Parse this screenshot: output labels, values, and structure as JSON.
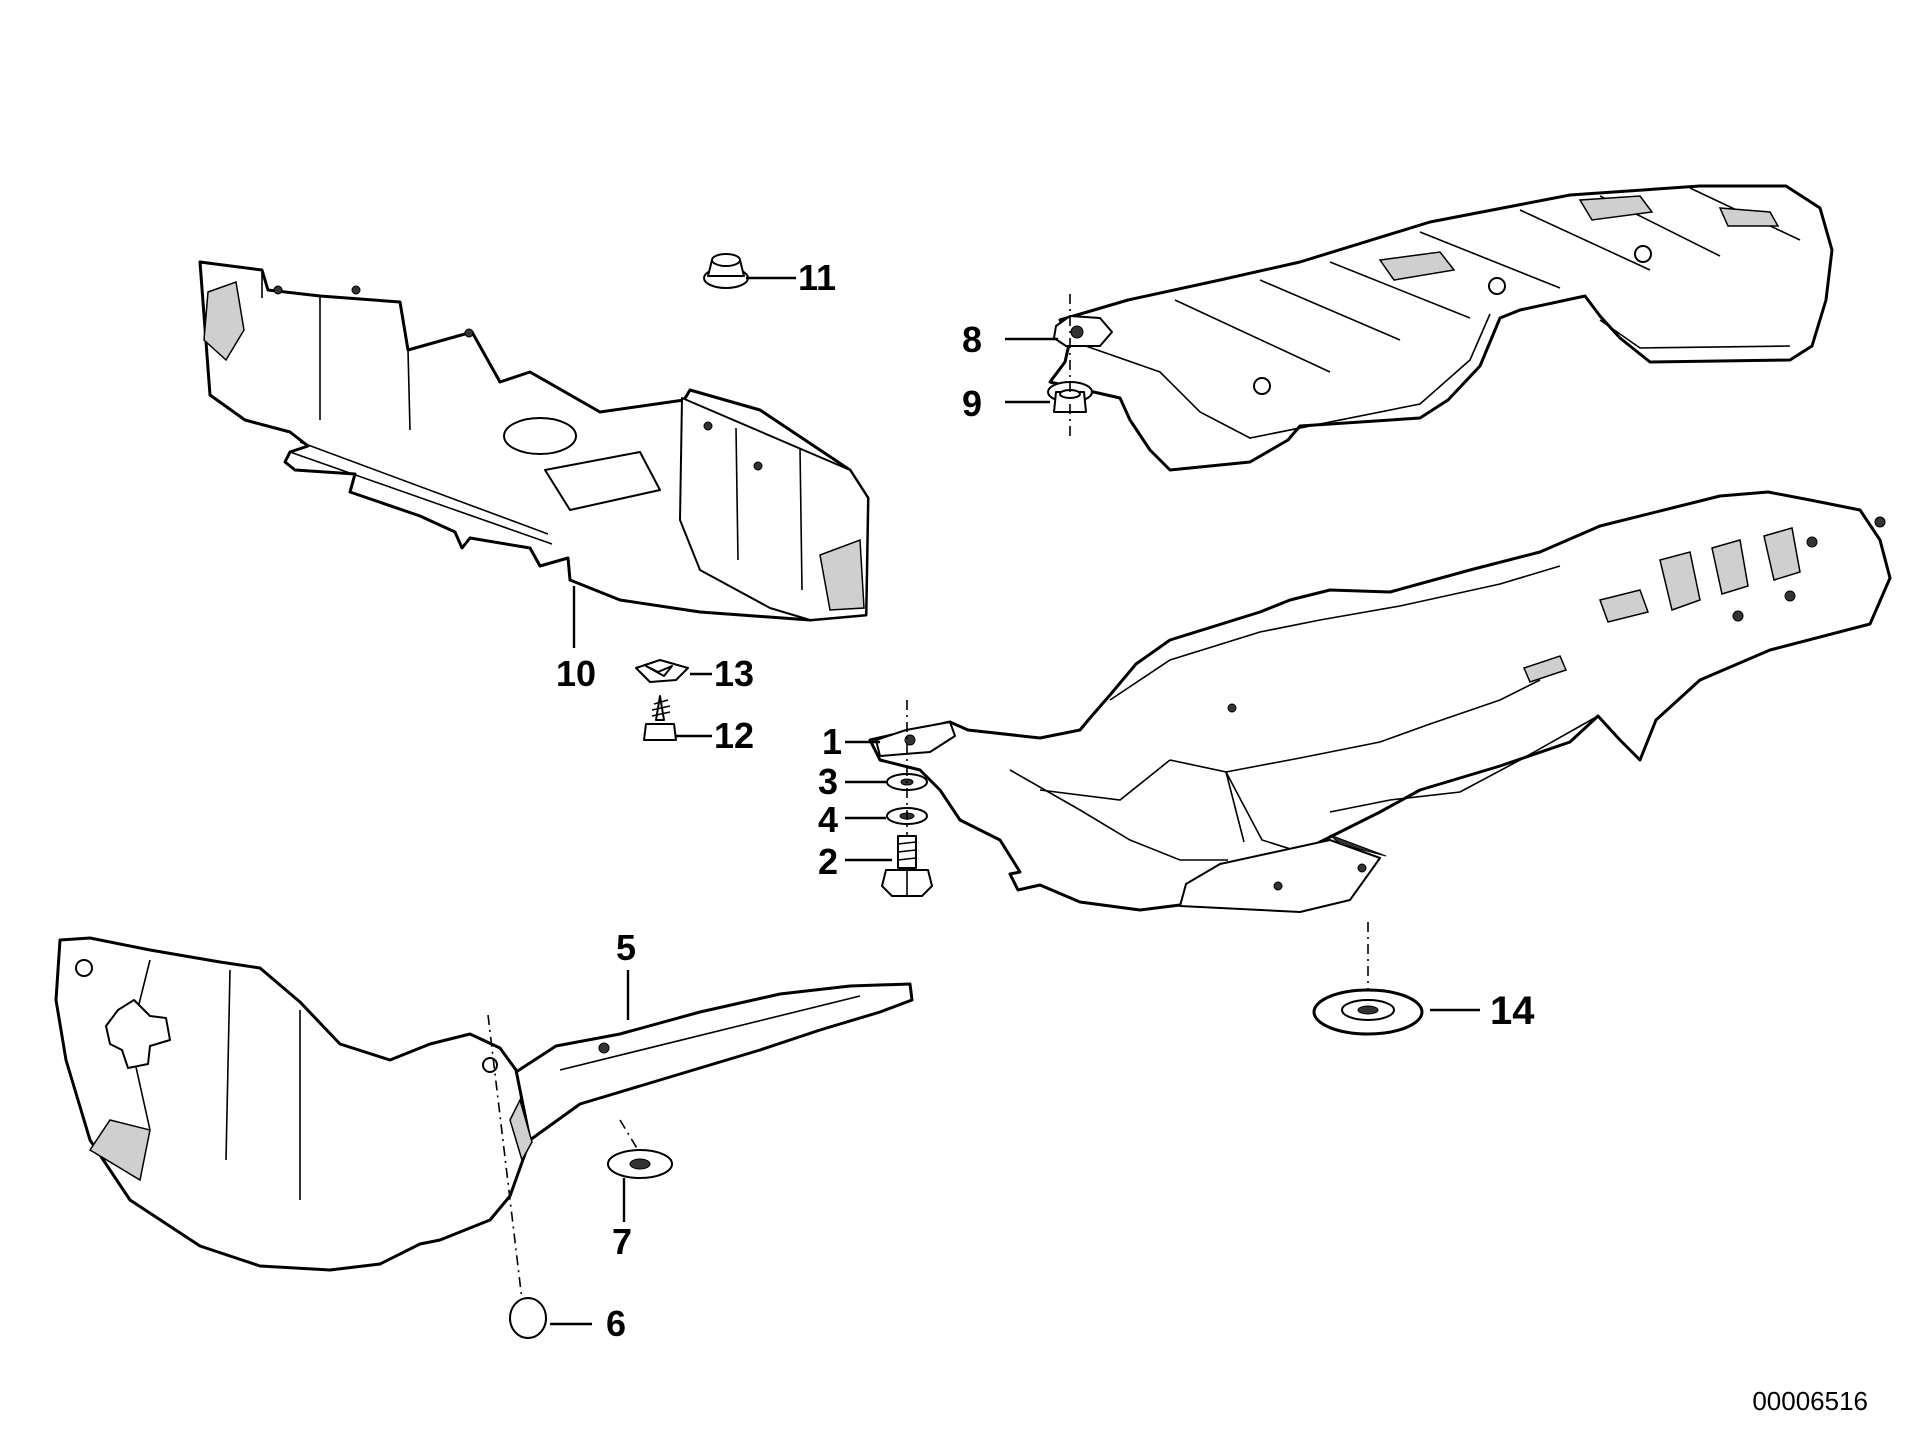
{
  "diagram": {
    "drawing_number": "00006516",
    "callouts": [
      {
        "id": "1",
        "label": "1"
      },
      {
        "id": "2",
        "label": "2"
      },
      {
        "id": "3",
        "label": "3"
      },
      {
        "id": "4",
        "label": "4"
      },
      {
        "id": "5",
        "label": "5"
      },
      {
        "id": "6",
        "label": "6"
      },
      {
        "id": "7",
        "label": "7"
      },
      {
        "id": "8",
        "label": "8"
      },
      {
        "id": "9",
        "label": "9"
      },
      {
        "id": "10",
        "label": "10"
      },
      {
        "id": "11",
        "label": "11"
      },
      {
        "id": "12",
        "label": "12"
      },
      {
        "id": "13",
        "label": "13"
      },
      {
        "id": "14",
        "label": "14"
      }
    ]
  }
}
